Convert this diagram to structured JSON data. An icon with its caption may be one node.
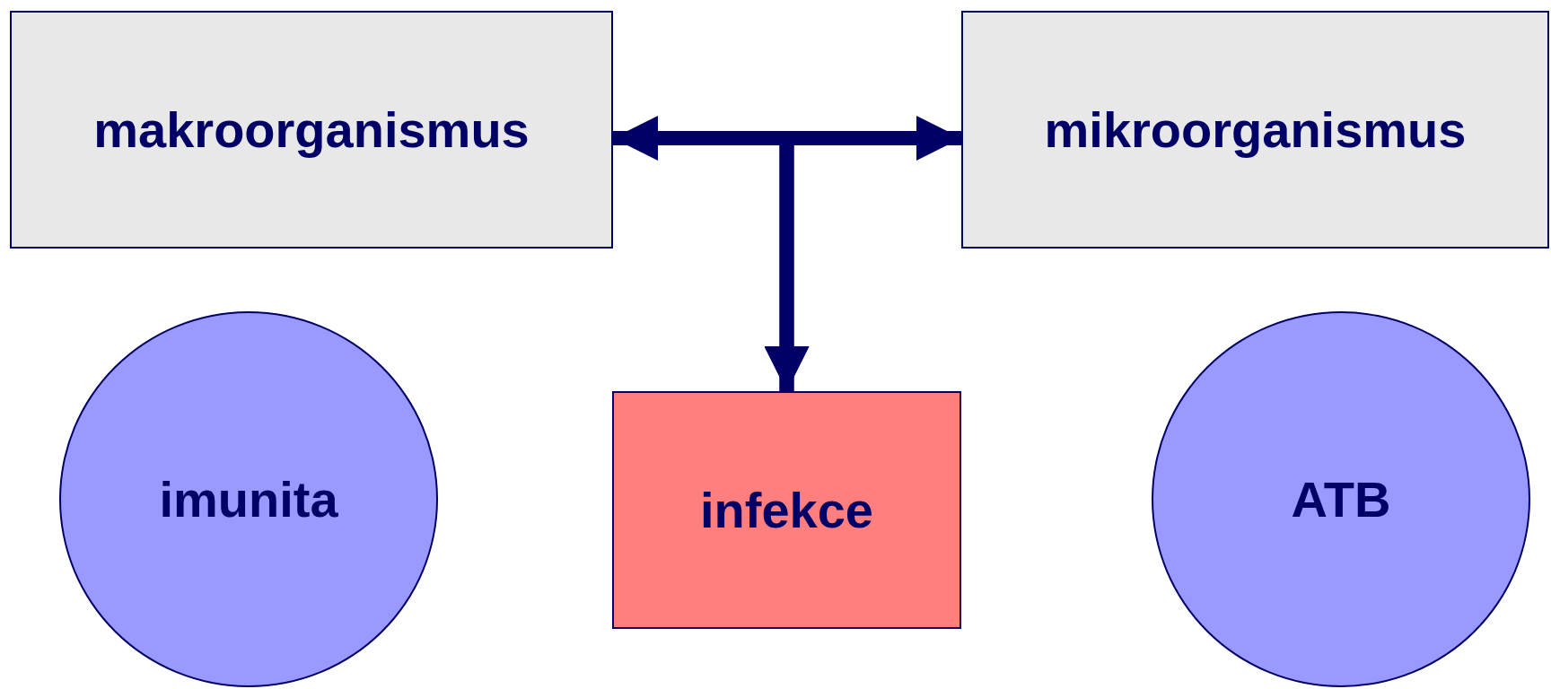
{
  "diagram": {
    "nodes": [
      {
        "text": [
          "makroorganismus"
        ]
      },
      {
        "text": [
          "mikroorganismus"
        ]
      },
      {
        "text": [
          "imunita"
        ]
      },
      {
        "text": [
          "infekce"
        ]
      },
      {
        "text": [
          "ATB"
        ]
      }
    ],
    "edges": [
      {
        "from": 0,
        "to": 1,
        "arrow": "both"
      },
      {
        "from": 0,
        "to": 3,
        "arrow": "to"
      },
      {
        "from": 1,
        "to": 3,
        "arrow": "to"
      }
    ]
  }
}
